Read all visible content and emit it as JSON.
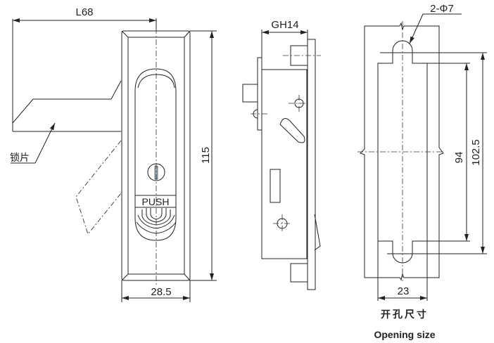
{
  "front_view": {
    "width_label": "L68",
    "height_label": "115",
    "bottom_label": "28.5",
    "push_label": "PUSH",
    "part_label": "锁片"
  },
  "side_view": {
    "depth_label": "GH14"
  },
  "opening_view": {
    "hole_label": "2-Φ7",
    "inner_height_label": "94",
    "outer_height_label": "102.5",
    "width_label": "23",
    "caption_cn": "开孔尺寸",
    "caption_en": "Opening size"
  }
}
